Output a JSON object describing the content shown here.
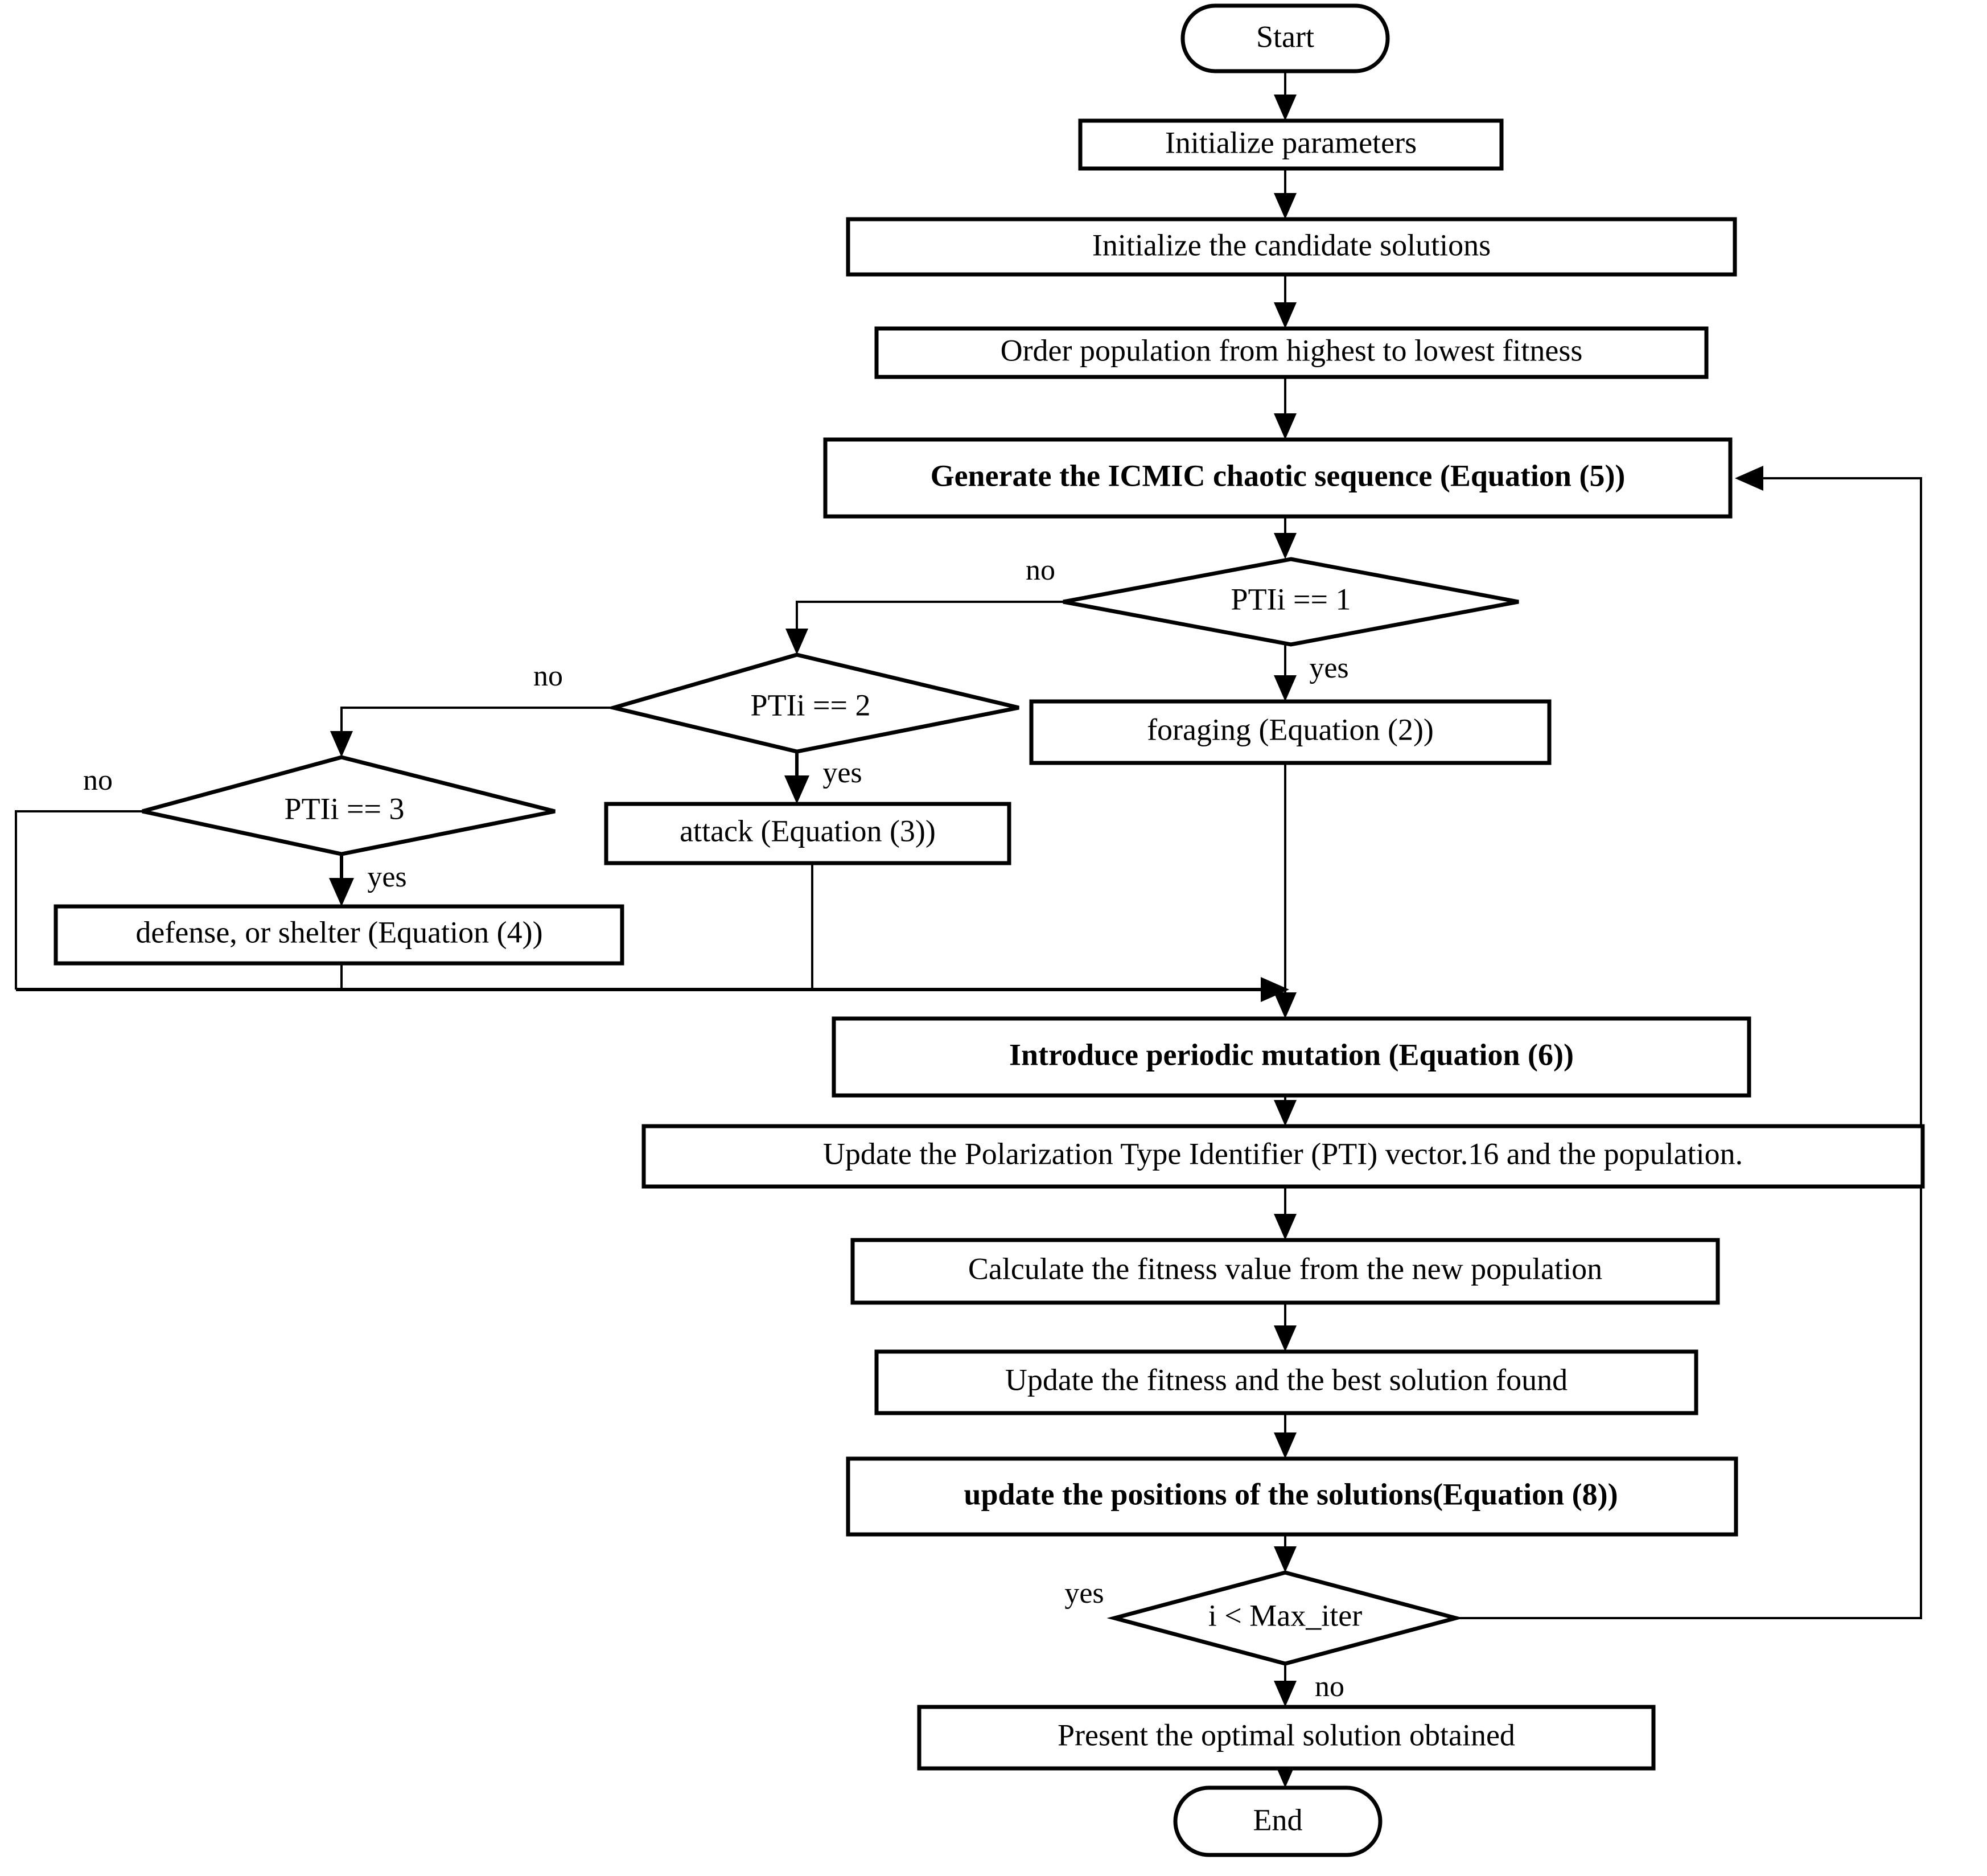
{
  "diagram": {
    "title": "Algorithm flowchart",
    "colors": {
      "background": "#ffffff",
      "stroke": "#000000",
      "fill": "#ffffff",
      "text": "#000000"
    }
  },
  "nodes": {
    "start": {
      "label": "Start",
      "shape": "terminator"
    },
    "init_params": {
      "label": "Initialize parameters",
      "shape": "process"
    },
    "init_candidates": {
      "label": "Initialize the candidate solutions",
      "shape": "process"
    },
    "order_population": {
      "label": "Order population from highest to lowest fitness",
      "shape": "process"
    },
    "generate_icmic": {
      "label": "Generate the ICMIC chaotic sequence (Equation (5))",
      "shape": "process",
      "bold": true
    },
    "decision_pti1": {
      "label": "PTIi == 1",
      "shape": "decision"
    },
    "decision_pti2": {
      "label": "PTIi == 2",
      "shape": "decision"
    },
    "decision_pti3": {
      "label": "PTIi == 3",
      "shape": "decision"
    },
    "foraging": {
      "label": "foraging (Equation (2))",
      "shape": "process"
    },
    "attack": {
      "label": "attack (Equation (3))",
      "shape": "process"
    },
    "defense": {
      "label": "defense, or shelter (Equation (4))",
      "shape": "process"
    },
    "mutation": {
      "label": "Introduce periodic mutation (Equation (6))",
      "shape": "process",
      "bold": true
    },
    "update_pti": {
      "label": "Update the Polarization Type Identifier (PTI) vector.16 and the population.",
      "shape": "process"
    },
    "calc_fitness": {
      "label": "Calculate the fitness value from the new population",
      "shape": "process"
    },
    "update_fitness": {
      "label": "Update the fitness and the best solution found",
      "shape": "process"
    },
    "update_positions": {
      "label": "update the positions of the solutions(Equation (8))",
      "shape": "process",
      "bold": true
    },
    "decision_iter": {
      "label": "i < Max_iter",
      "shape": "decision"
    },
    "present_solution": {
      "label": "Present the optimal solution obtained",
      "shape": "process"
    },
    "end": {
      "label": "End",
      "shape": "terminator"
    }
  },
  "edge_labels": {
    "pti1_no": "no",
    "pti1_yes": "yes",
    "pti2_no": "no",
    "pti2_yes": "yes",
    "pti3_no": "no",
    "pti3_yes": "yes",
    "iter_yes": "yes",
    "iter_no": "no"
  }
}
